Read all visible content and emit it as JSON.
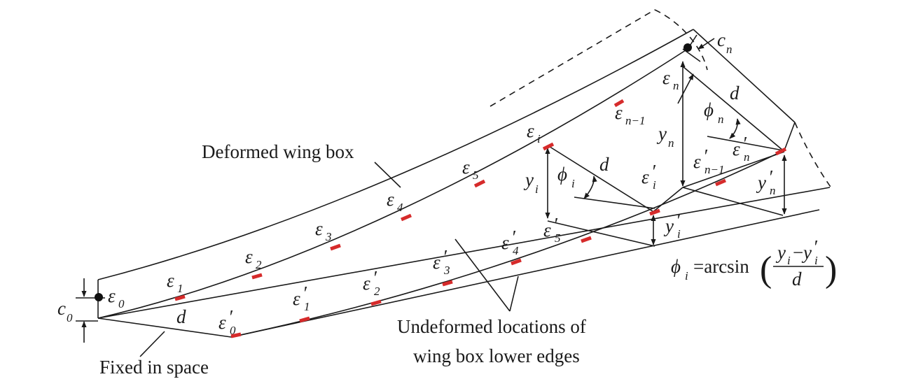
{
  "labels": {
    "deformed": "Deformed wing box",
    "undeformed_1": "Undeformed locations of",
    "undeformed_2": "wing box lower edges",
    "fixed": "Fixed in space"
  },
  "symbols": {
    "eps": "ε",
    "phi": "ϕ",
    "prime": "′",
    "d": "d",
    "y": "y",
    "c": "c",
    "sub_0": "0",
    "sub_1": "1",
    "sub_2": "2",
    "sub_3": "3",
    "sub_4": "4",
    "sub_5": "5",
    "sub_i": "i",
    "sub_n": "n",
    "sub_n1": "n−1"
  },
  "formula": {
    "lhs": "ϕ",
    "lhs_sub": "i",
    "eq": "=arcsin",
    "lparen": "(",
    "rparen": ")",
    "num_y": "y",
    "num_sub_i": "i",
    "num_minus": "−",
    "num_y2": "y",
    "num_prime": "′",
    "num_sub_i2": "i",
    "den": "d"
  },
  "colors": {
    "line": "#1a1a1a",
    "gauge": "#d62b2b"
  }
}
